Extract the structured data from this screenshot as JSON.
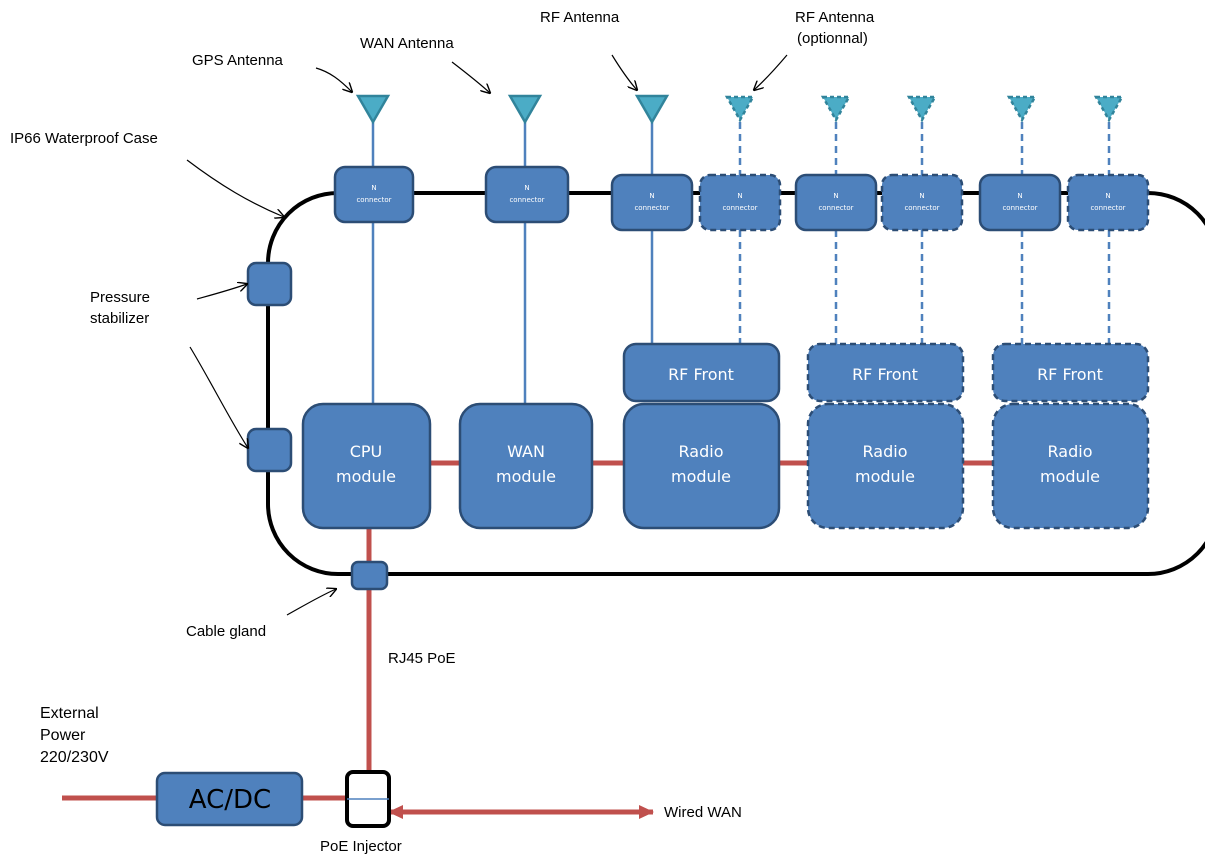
{
  "labels": {
    "gps_antenna": "GPS Antenna",
    "wan_antenna": "WAN Antenna",
    "rf_antenna": "RF Antenna",
    "rf_antenna_optional_1": "RF Antenna",
    "rf_antenna_optional_2": "(optionnal)",
    "case": "IP66 Waterproof Case",
    "pressure_1": "Pressure",
    "pressure_2": "stabilizer",
    "cable_gland": "Cable gland",
    "rj45": "RJ45  PoE",
    "ext_power_1": "External",
    "ext_power_2": "Power",
    "ext_power_3": "220/230V",
    "poe_injector": "PoE Injector",
    "wired_wan": "Wired WAN",
    "acdc": "AC/DC"
  },
  "connectors": {
    "line1": "N",
    "line2": "connector"
  },
  "modules": {
    "cpu": [
      "CPU",
      "module"
    ],
    "wan": [
      "WAN",
      "module"
    ],
    "radio": [
      "Radio",
      "module"
    ],
    "rf_front": "RF Front"
  },
  "colors": {
    "module_fill": "#4f81bd",
    "module_stroke": "#2c4d75",
    "antenna_fill": "#4bacc6",
    "power_line": "#c0504d"
  }
}
